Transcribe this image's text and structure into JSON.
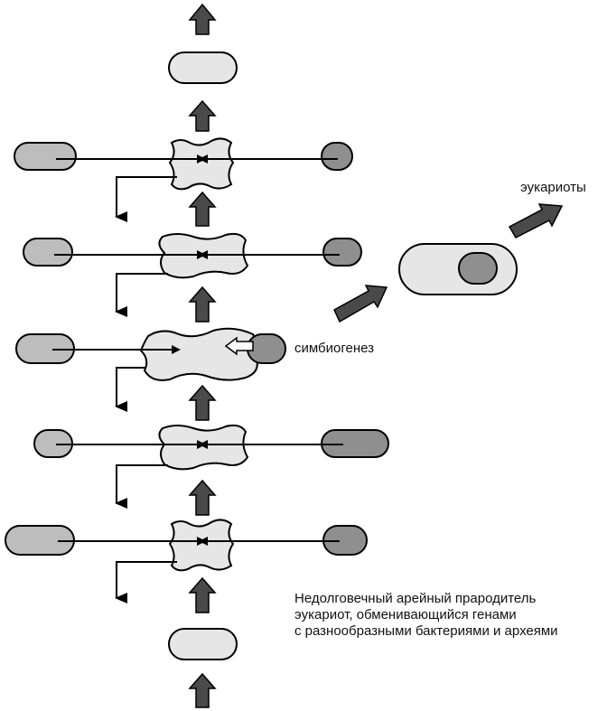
{
  "diagram": {
    "labels": {
      "eukaryotes": "эукариоты",
      "symbiogenesis": "симбиогенез",
      "description_lines": [
        "Недолговечный арейный прародитель",
        "эукариот, обменивающийся генами",
        "с разнообразными бактериями и археями"
      ]
    },
    "colors": {
      "light_cell": "#e6e6e6",
      "mid_cell": "#bdbdbd",
      "dark_cell": "#8f8f8f",
      "arrow_fill": "#4a4a4a",
      "outline": "#000000"
    }
  }
}
